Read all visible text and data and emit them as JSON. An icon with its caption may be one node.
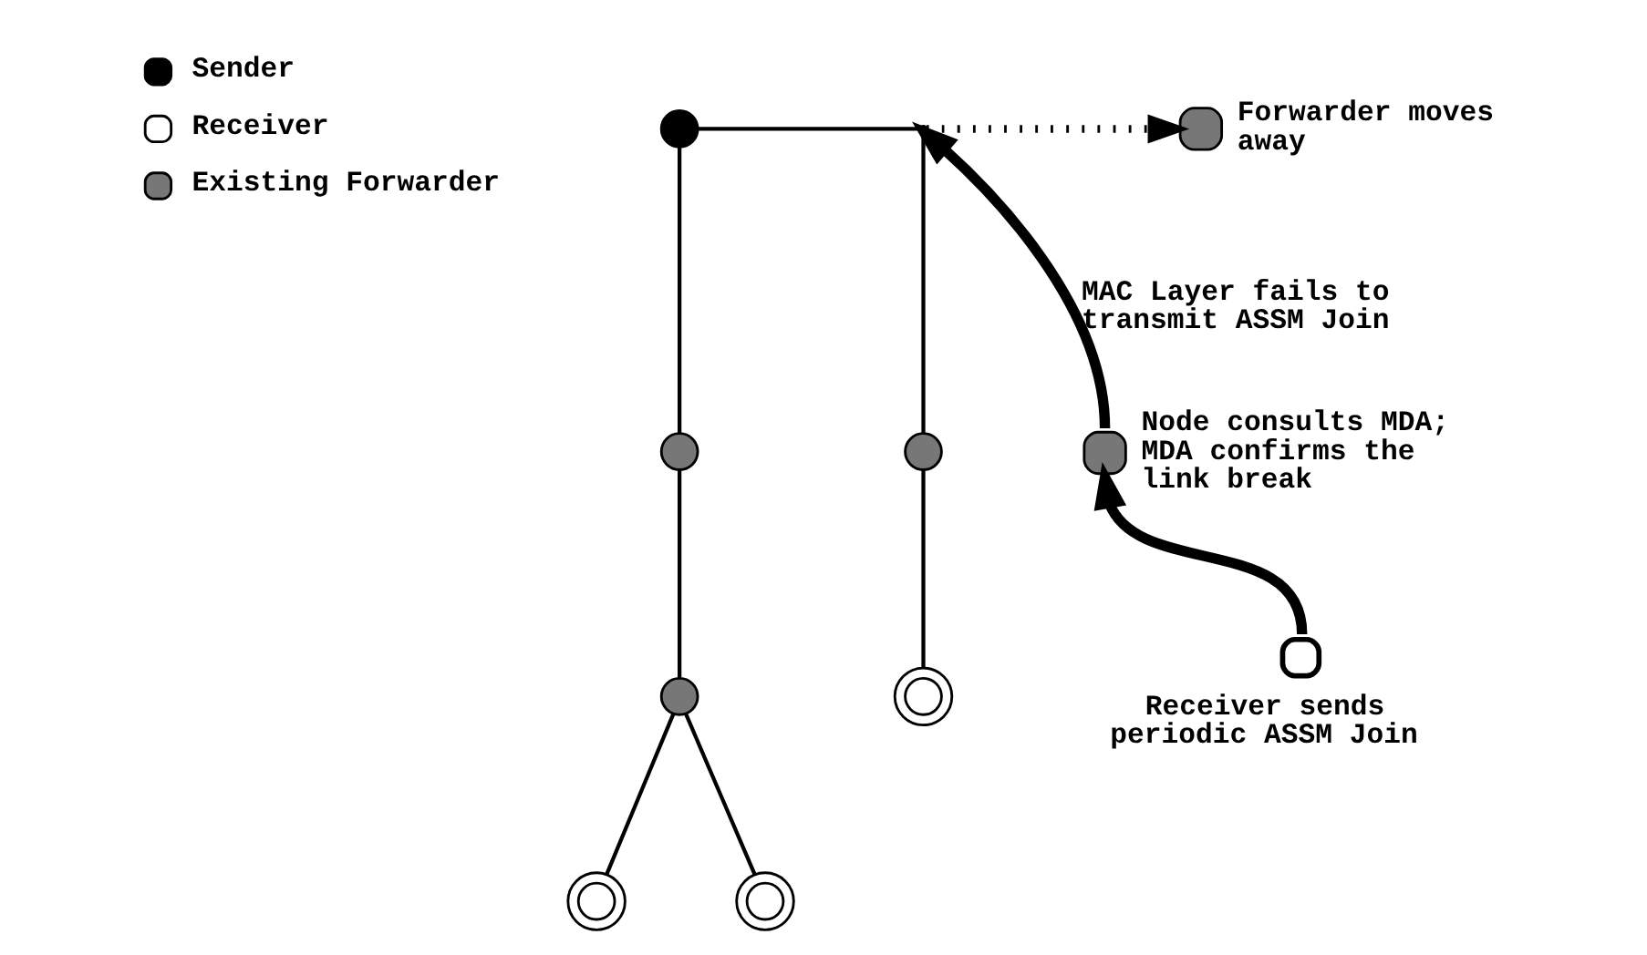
{
  "diagram": {
    "nodes": [
      {
        "text": [],
        "shape": "circle",
        "beside": [
          "Forwarder moves away"
        ]
      },
      {
        "text": [],
        "shape": "circle"
      },
      {
        "text": [],
        "shape": "point"
      },
      {
        "text": [],
        "shape": "circle"
      },
      {
        "text": [],
        "shape": "circle",
        "beside": [
          "Node consults MDA; MDA confirms the link break"
        ]
      },
      {
        "text": [],
        "shape": "circle"
      },
      {
        "text": [],
        "shape": "circle"
      },
      {
        "text": [],
        "shape": "circle"
      },
      {
        "text": [],
        "shape": "circle",
        "beside": [
          "Receiver sends periodic ASSM Join"
        ]
      },
      {
        "text": [],
        "shape": "circle"
      },
      {
        "text": [],
        "shape": "circle"
      }
    ],
    "edges": [
      {
        "from": 1,
        "to": 3,
        "arrow": "none"
      },
      {
        "from": 1,
        "to": 2,
        "arrow": "none"
      },
      {
        "from": 2,
        "to": 0,
        "arrow": "to",
        "style": "dashed"
      },
      {
        "from": 2,
        "to": 5,
        "arrow": "none"
      },
      {
        "from": 3,
        "to": 6,
        "arrow": "none"
      },
      {
        "from": 5,
        "to": 7,
        "arrow": "none"
      },
      {
        "from": 6,
        "to": 9,
        "arrow": "none"
      },
      {
        "from": 6,
        "to": 10,
        "arrow": "none"
      },
      {
        "from": 8,
        "to": 4,
        "arrow": "to",
        "style": "thick"
      },
      {
        "from": 4,
        "to": 2,
        "arrow": "to",
        "style": "thick",
        "label": "MAC Layer fails to transmit ASSM Join"
      }
    ],
    "legend": [
      {
        "text": "Sender"
      },
      {
        "text": "Receiver"
      },
      {
        "text": "Existing Forwarder"
      }
    ]
  }
}
